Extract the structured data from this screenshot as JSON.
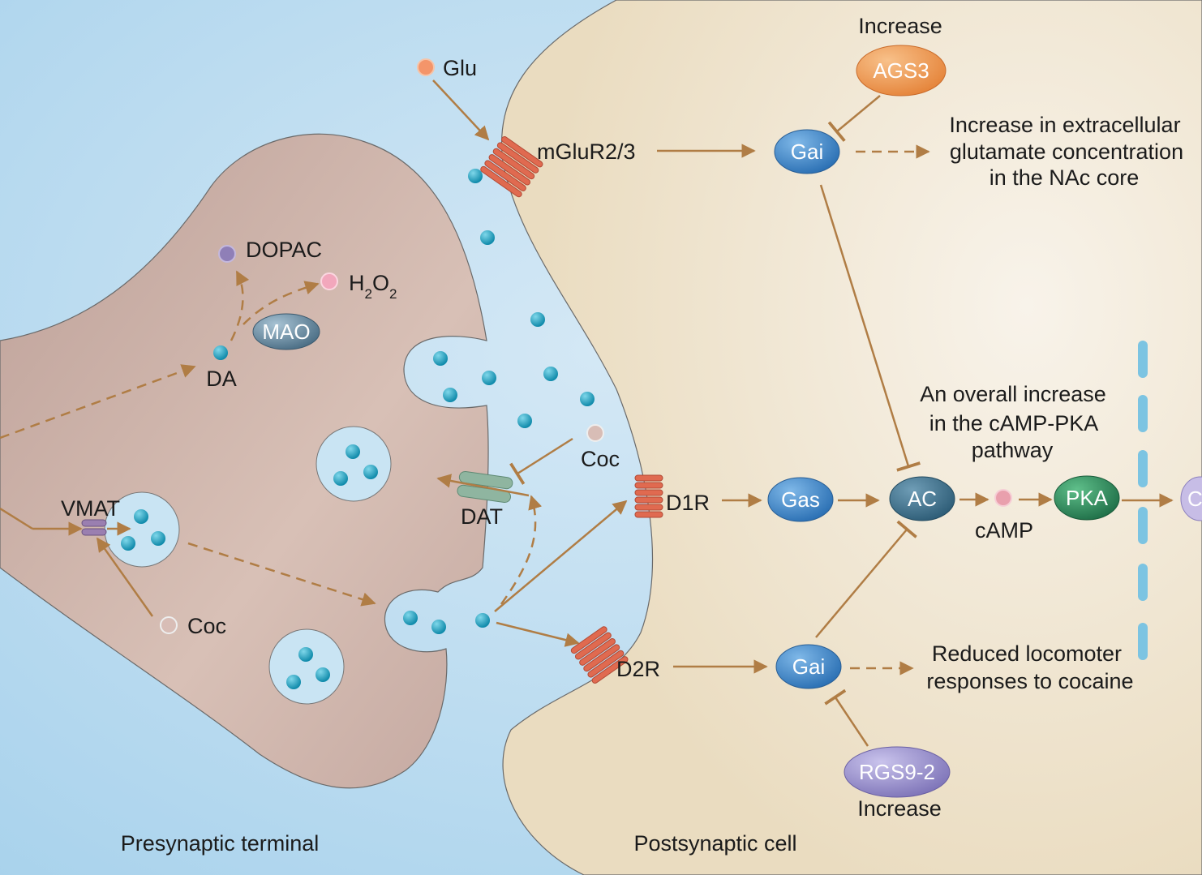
{
  "regions": {
    "presynaptic": "Presynaptic terminal",
    "postsynaptic": "Postsynaptic cell"
  },
  "molecules": {
    "glu": "Glu",
    "dopac": "DOPAC",
    "h2o2": {
      "h": "H",
      "sub1": "2",
      "o": "O",
      "sub2": "2"
    },
    "da": "DA",
    "coc_top": "Coc",
    "coc_bottom": "Coc",
    "camp": "cAMP"
  },
  "proteins": {
    "mao": "MAO",
    "dat": "DAT",
    "vmat": "VMAT",
    "mglur": "mGluR2/3",
    "d1r": "D1R",
    "d2r": "D2R"
  },
  "nodes": {
    "ags3": "AGS3",
    "gai_top": "Gai",
    "gas": "Gas",
    "ac": "AC",
    "pka": "PKA",
    "gai_bottom": "Gai",
    "rgs": "RGS9-2",
    "offscreen": "C"
  },
  "annotations": {
    "increase_top": "Increase",
    "glutamate_line1": "Increase in extracellular",
    "glutamate_line2": "glutamate concentration",
    "glutamate_line3": "in the NAc core",
    "overall_line1": "An overall increase",
    "overall_line2": "in the cAMP-PKA",
    "overall_line3": "pathway",
    "locomotor_line1": "Reduced locomoter",
    "locomotor_line2": "responses to cocaine",
    "increase_bottom": "Increase"
  },
  "colors": {
    "background": "#b8d9ef",
    "presynaptic_fill": "#c9aba3",
    "postsynaptic_fill": "#efe4cd",
    "arrow": "#b07d45",
    "dopamine": "#1497b8",
    "gai": "#3f86c9",
    "ac": "#3a6f8c",
    "pka": "#2e8b5e",
    "ags3": "#ef9a4c",
    "rgs": "#8f85c2",
    "mao": "#5b7d93",
    "receptor": "#e06a50"
  }
}
